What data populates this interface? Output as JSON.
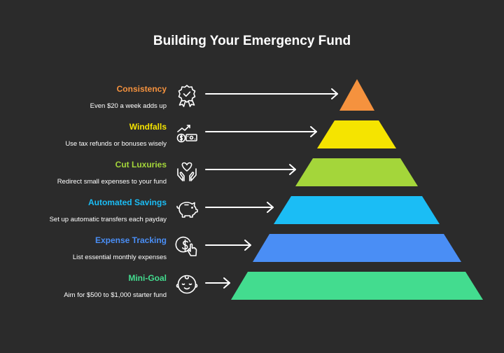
{
  "title": "Building Your Emergency Fund",
  "levels": [
    {
      "label": "Consistency",
      "description": "Even $20 a week adds up",
      "color": "#f5923e",
      "icon": "award-badge-icon"
    },
    {
      "label": "Windfalls",
      "description": "Use tax refunds or bonuses wisely",
      "color": "#f5e400",
      "icon": "money-growth-icon"
    },
    {
      "label": "Cut Luxuries",
      "description": "Redirect small expenses to your fund",
      "color": "#a4d63a",
      "icon": "heart-hands-icon"
    },
    {
      "label": "Automated Savings",
      "description": "Set up automatic transfers each payday",
      "color": "#1bbdf5",
      "icon": "piggy-bank-icon"
    },
    {
      "label": "Expense Tracking",
      "description": "List essential monthly expenses",
      "color": "#4a8ef5",
      "icon": "dollar-touch-icon"
    },
    {
      "label": "Mini-Goal",
      "description": "Aim for $500 to $1,000 starter fund",
      "color": "#43dc8f",
      "icon": "baby-face-icon"
    }
  ]
}
